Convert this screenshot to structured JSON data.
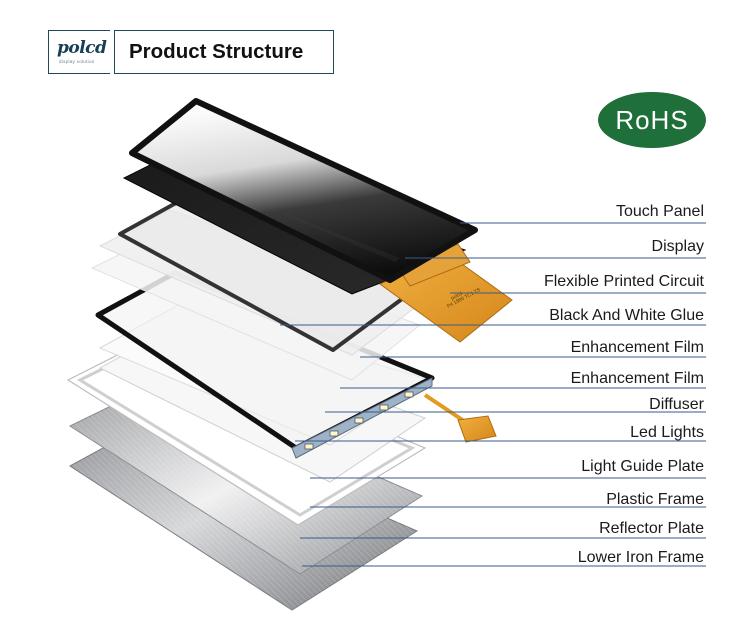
{
  "header": {
    "logo_text": "polcd",
    "logo_subtext": "display solution",
    "title": "Product Structure"
  },
  "badge": {
    "text": "RoHS",
    "color": "#1f6f3a"
  },
  "fpc_print": "polcd\nP4 1880 TC1 TS",
  "colors": {
    "leader_line": "#3a5a88",
    "fpc": "#e39a1f",
    "frame_black": "#111111"
  },
  "labels": [
    "Touch Panel",
    "Display",
    "Flexible Printed Circuit",
    "Black And White Glue",
    "Enhancement Film",
    "Enhancement Film",
    "Diffuser",
    "Led Lights",
    "Light Guide Plate",
    "Plastic Frame",
    "Reflector Plate",
    "Lower Iron Frame"
  ]
}
